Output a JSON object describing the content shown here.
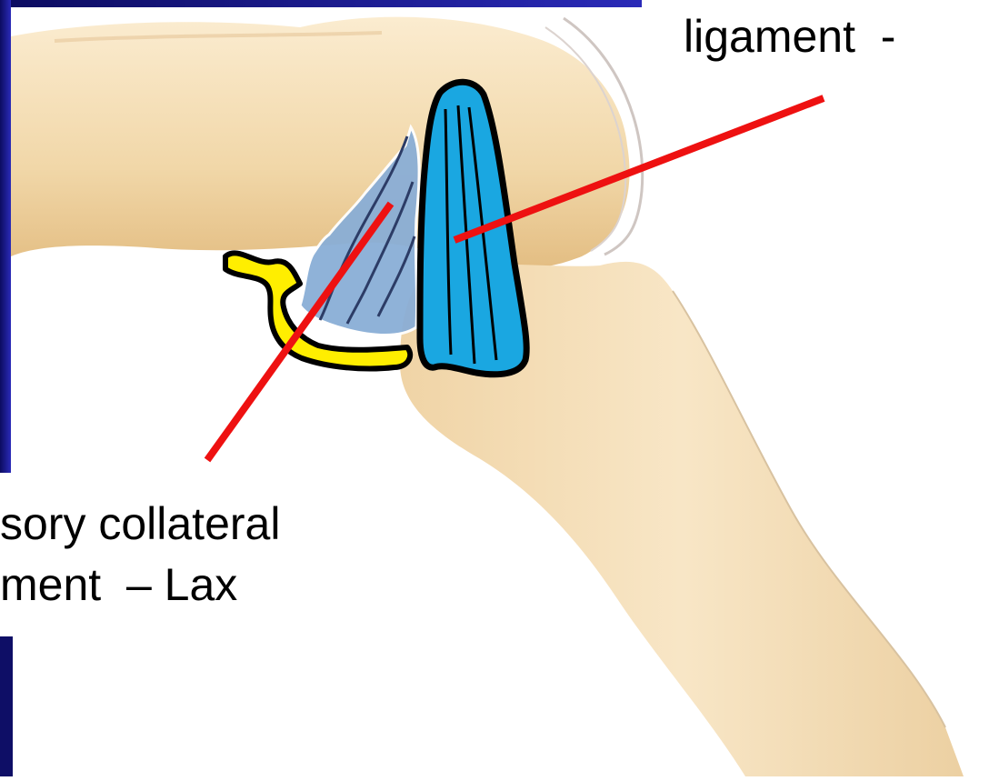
{
  "labels": {
    "top_right": "ligament  -",
    "left_line1": "sory collateral",
    "left_line2": "ment  – Lax"
  },
  "colors": {
    "slide_blue": "#1a1a8c",
    "bone": "#f3dcb0",
    "ligament_blue": "#1aa7e1",
    "accessory_ligament": "#7fa4cf",
    "yellow_structure": "#ffee00",
    "pointer_red": "#ee1111"
  }
}
